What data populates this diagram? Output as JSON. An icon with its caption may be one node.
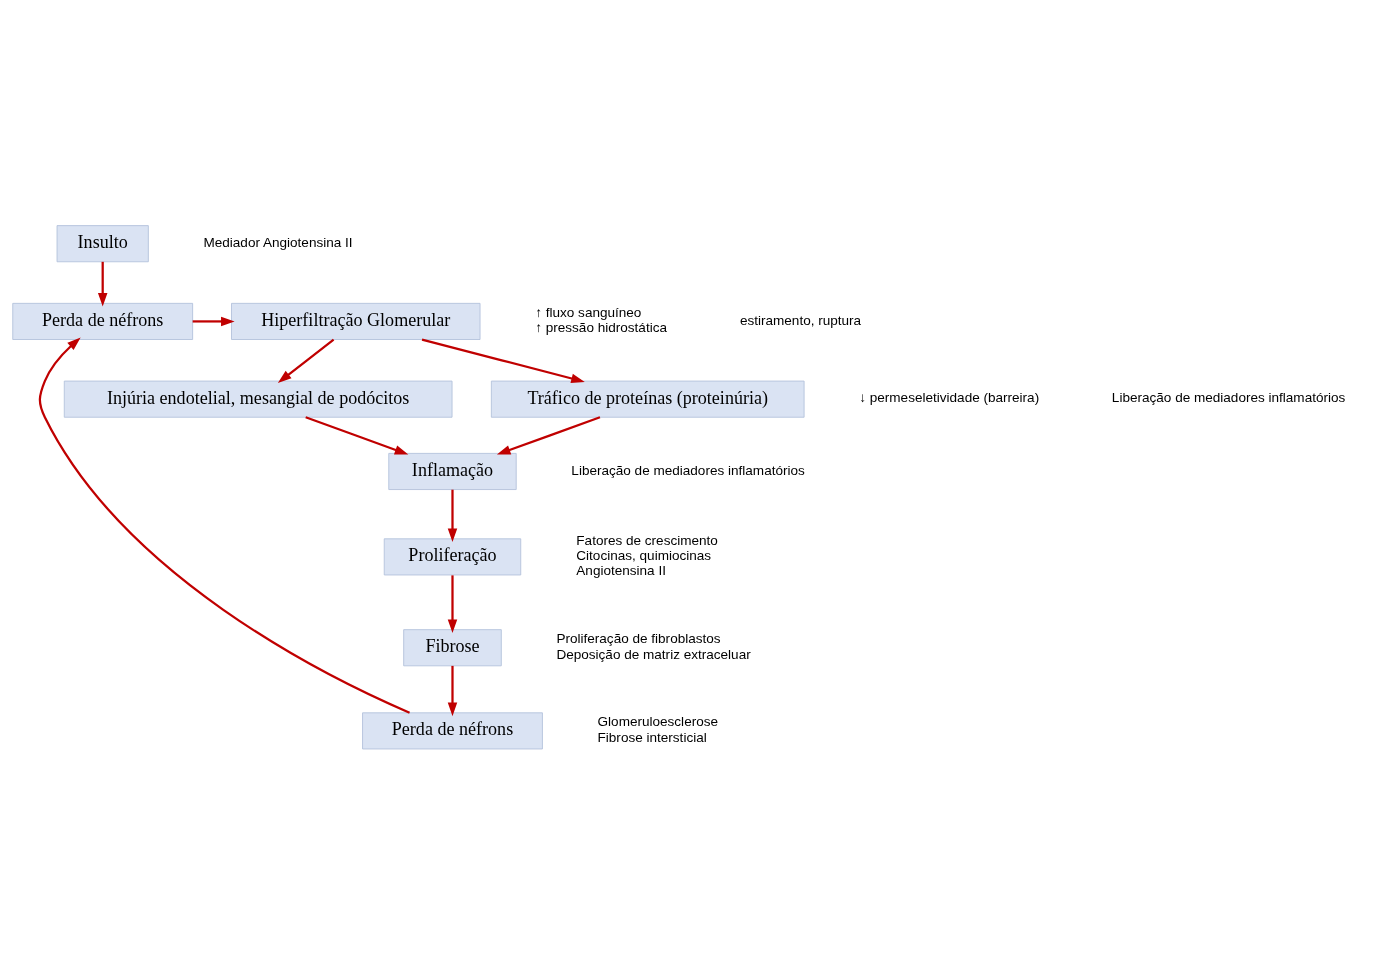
{
  "diagram": {
    "nodes": [
      {
        "text": [
          "Insulto"
        ]
      },
      {
        "text": [
          "Perda de néfrons"
        ]
      },
      {
        "text": [
          "Hiperfiltração Glomerular"
        ]
      },
      {
        "text": [
          "Injúria endotelial, mesangial de podócitos"
        ]
      },
      {
        "text": [
          "Tráfico de proteínas (proteinúria)"
        ]
      },
      {
        "text": [
          "Inflamação"
        ]
      },
      {
        "text": [
          "Proliferação"
        ]
      },
      {
        "text": [
          "Fibrose"
        ]
      },
      {
        "text": [
          "Perda de néfrons"
        ]
      }
    ],
    "edges": [
      {
        "from": 0,
        "to": 1,
        "arrow": "to"
      },
      {
        "from": 1,
        "to": 2,
        "arrow": "to"
      },
      {
        "from": 2,
        "to": 3,
        "arrow": "to"
      },
      {
        "from": 2,
        "to": 4,
        "arrow": "to"
      },
      {
        "from": 3,
        "to": 5,
        "arrow": "to"
      },
      {
        "from": 4,
        "to": 5,
        "arrow": "to"
      },
      {
        "from": 5,
        "to": 6,
        "arrow": "to"
      },
      {
        "from": 6,
        "to": 7,
        "arrow": "to"
      },
      {
        "from": 7,
        "to": 8,
        "arrow": "to"
      },
      {
        "from": 8,
        "to": 1,
        "arrow": "to"
      }
    ],
    "labels": [
      "Mediador Angiotensina II",
      "↑ fluxo sanguíneo",
      "↑ pressão hidrostática",
      "estiramento, ruptura",
      "↓ permeseletividade (barreira)",
      "Liberação de mediadores inflamatórios",
      "Fatores de crescimento",
      "Citocinas, quimiocinas",
      "Angiotensina II",
      "Liberação de mediadores inflamatórios",
      "Proliferação de fibroblastos",
      "Deposição de matriz extraceluar",
      "Glomeruloesclerose",
      "Fibrose intersticial"
    ]
  }
}
